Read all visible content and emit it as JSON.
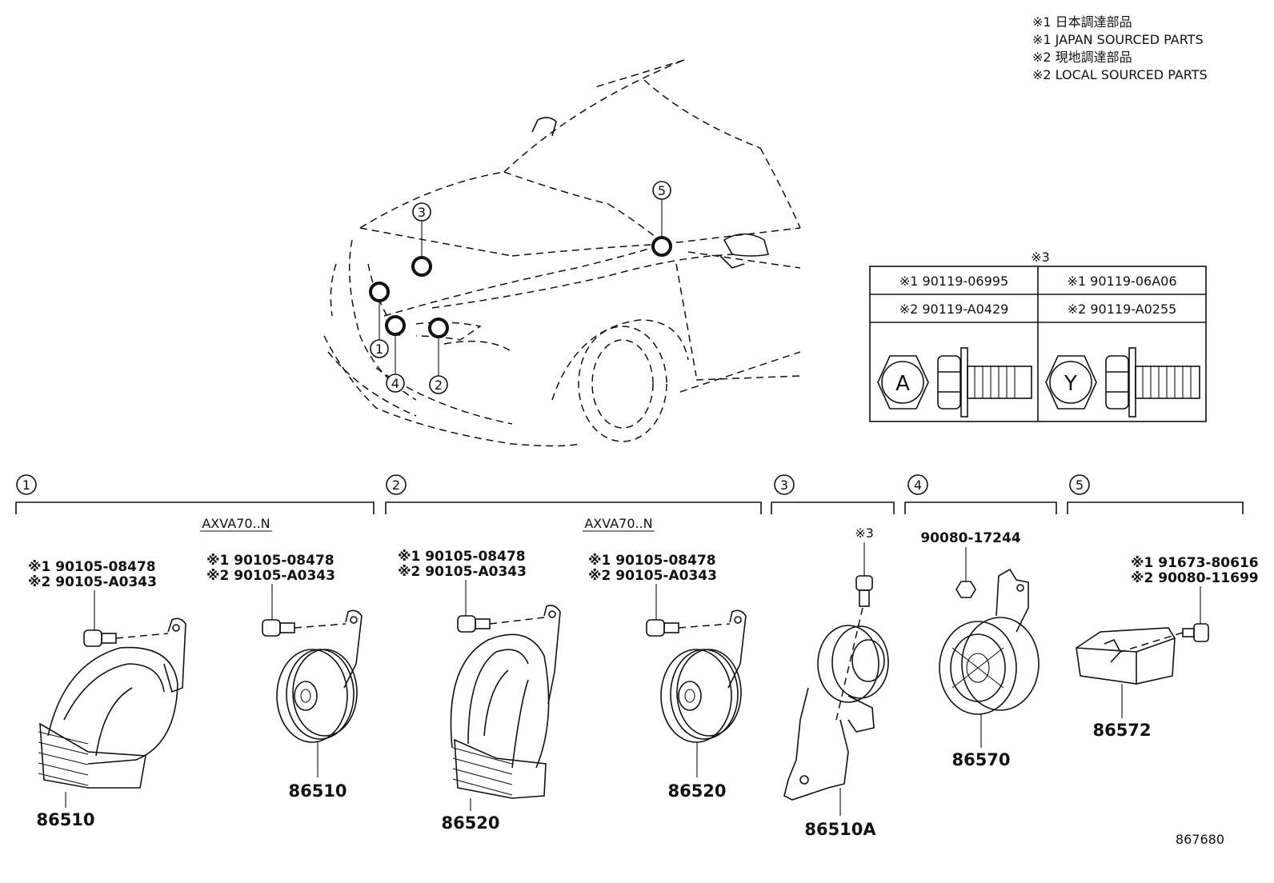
{
  "notes": [
    "※1 日本調達部品",
    "※1 JAPAN SOURCED PARTS",
    "※2 現地調達部品",
    "※2 LOCAL SOURCED PARTS"
  ],
  "bolt_table": {
    "header": "※3",
    "cells": [
      "※1 90119-06995",
      "※1 90119-06A06",
      "※2 90119-A0429",
      "※2 90119-A0255"
    ],
    "head_letters": [
      "A",
      "Y"
    ]
  },
  "callouts": [
    "1",
    "2",
    "3",
    "4",
    "5"
  ],
  "sections": [
    {
      "num": "1",
      "model": "AXVA70..N"
    },
    {
      "num": "2",
      "model": "AXVA70..N"
    },
    {
      "num": "3"
    },
    {
      "num": "4"
    },
    {
      "num": "5"
    }
  ],
  "parts": {
    "s1_high_bolt": [
      "※1 90105-08478",
      "※2 90105-A0343"
    ],
    "s1_high_part": "86510",
    "s1_low_bolt": [
      "※1 90105-08478",
      "※2 90105-A0343"
    ],
    "s1_low_part": "86510",
    "s2_high_bolt": [
      "※1 90105-08478",
      "※2 90105-A0343"
    ],
    "s2_high_part": "86520",
    "s2_low_bolt": [
      "※1 90105-08478",
      "※2 90105-A0343"
    ],
    "s2_low_part": "86520",
    "s3_bolt": "※3",
    "s3_part": "86510A",
    "s4_nut": "90080-17244",
    "s4_part": "86570",
    "s5_bolt": [
      "※1 91673-80616",
      "※2 90080-11699"
    ],
    "s5_part": "86572"
  },
  "illustration_id": "867680"
}
